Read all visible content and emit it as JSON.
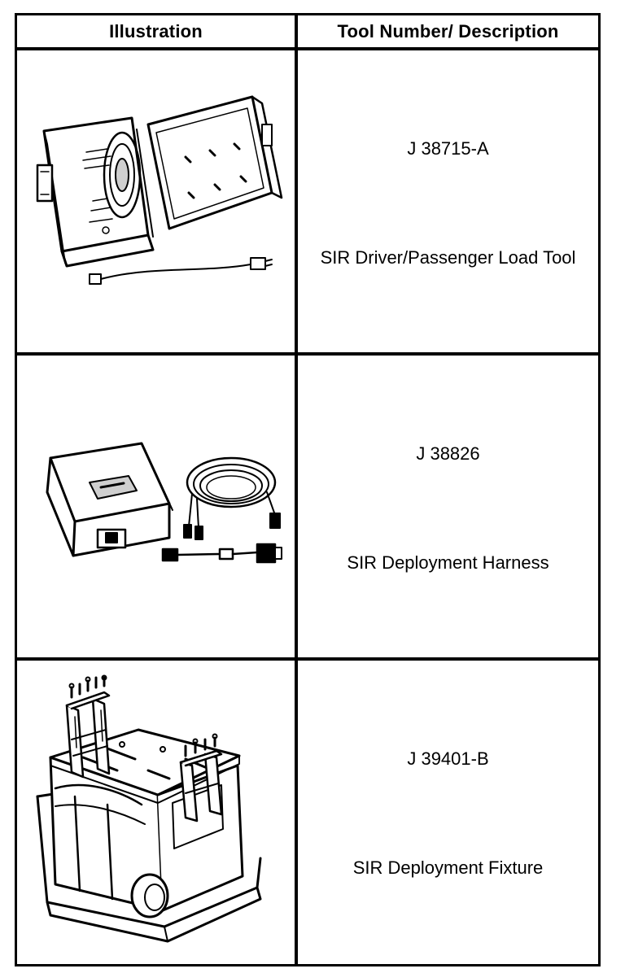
{
  "table": {
    "header": {
      "illustration": "Illustration",
      "tool": "Tool Number/ Description"
    },
    "rows": [
      {
        "tool_number": "J 38715-A",
        "description": "SIR Driver/Passenger Load Tool",
        "illustration_icon": "load-tool-case-icon"
      },
      {
        "tool_number": "J 38826",
        "description": "SIR Deployment Harness",
        "illustration_icon": "deployment-harness-icon"
      },
      {
        "tool_number": "J 39401-B",
        "description": "SIR Deployment Fixture",
        "illustration_icon": "deployment-fixture-icon"
      }
    ]
  }
}
